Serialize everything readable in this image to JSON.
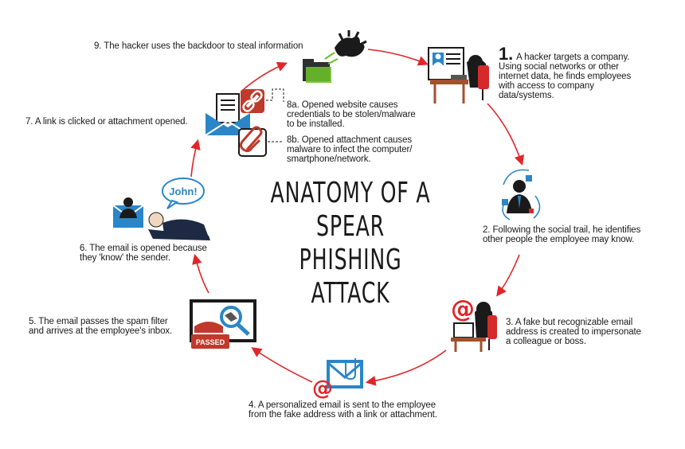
{
  "title": {
    "line1": "ANATOMY OF A SPEAR",
    "line2": "PHISHING ATTACK"
  },
  "steps": {
    "s1": {
      "number": "1.",
      "lines": [
        "A hacker targets a company.",
        "Using social networks or other",
        "internet data, he finds employees",
        "with access to company",
        "data/systems."
      ]
    },
    "s2": {
      "lines": [
        "2. Following the social trail, he identifies",
        "other people the employee may know."
      ]
    },
    "s3": {
      "lines": [
        "3. A fake but recognizable email",
        "address is created to impersonate",
        "a colleague or boss."
      ]
    },
    "s4": {
      "lines": [
        "4. A personalized email is sent to the employee",
        "from the fake address with a link or attachment."
      ]
    },
    "s5": {
      "lines": [
        "5. The email passes the spam filter",
        "and arrives at the employee's inbox."
      ]
    },
    "s6": {
      "lines": [
        "6. The email is opened because",
        "they 'know' the sender."
      ]
    },
    "s7": {
      "lines": [
        "7. A link is clicked or attachment opened."
      ]
    },
    "s8a": {
      "lines": [
        "8a. Opened website causes",
        "credentials to be stolen/malware",
        "to be installed."
      ]
    },
    "s8b": {
      "lines": [
        "8b. Opened attachment causes",
        "malware to infect the computer/",
        "smartphone/network."
      ]
    },
    "s9": {
      "lines": [
        "9. The hacker uses the backdoor to steal information"
      ]
    }
  },
  "icons": {
    "bubble_text": "John!",
    "stamp_text": "PASSED"
  },
  "colors": {
    "arrow": "#e0262a",
    "accent_blue": "#2a86c8",
    "dark": "#1a1a1a",
    "desk": "#a0522d",
    "chair": "#d42a2a"
  }
}
